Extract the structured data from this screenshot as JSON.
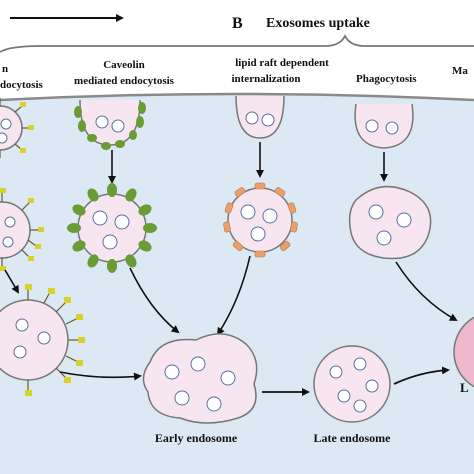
{
  "panel_letter": "B",
  "section_title": "Exosomes uptake",
  "labels": {
    "clathrin_line1": "n",
    "clathrin_line2": "docytosis",
    "caveolin_line1": "Caveolin",
    "caveolin_line2": "mediated endocytosis",
    "lipid_line1": "lipid raft dependent",
    "lipid_line2": "internalization",
    "phagocytosis": "Phagocytosis",
    "macro_partial": "Ma",
    "early_endosome": "Early endosome",
    "late_endosome": "Late endosome",
    "lysosome_partial": "L"
  },
  "colors": {
    "cytoplasm": "#dce9f4",
    "membrane": "#8a8a8a",
    "vesicle_fill": "#f7e6ef",
    "caveolin": "#6a9c34",
    "lipid_raft": "#e9a06e",
    "clathrin_spike": "#d7d12c",
    "lysosome": "#f0b8cc",
    "arrow": "#111111"
  }
}
